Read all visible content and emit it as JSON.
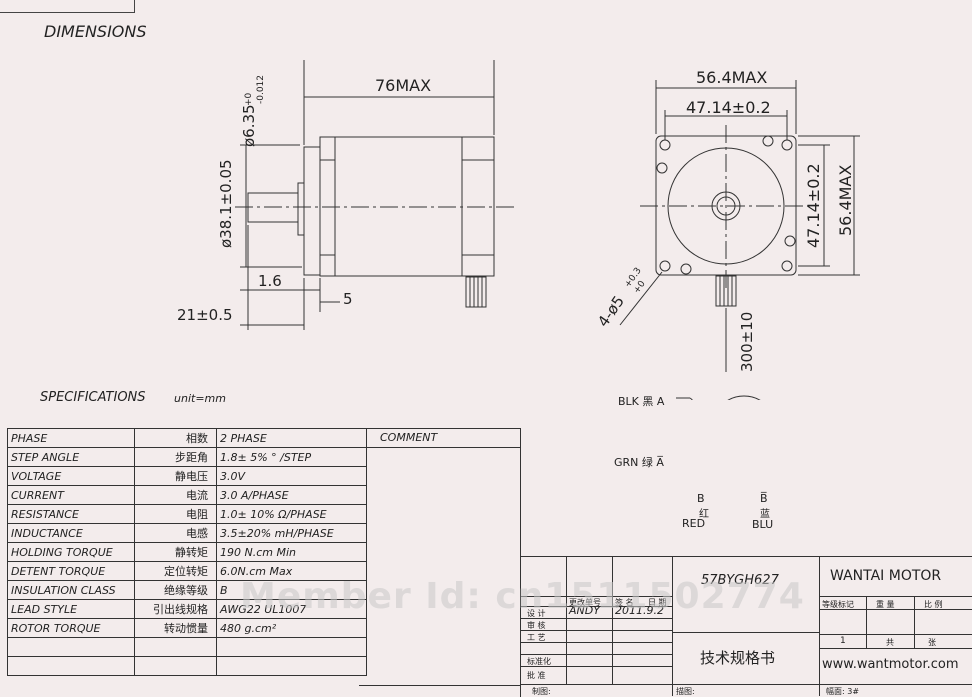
{
  "heading": "DIMENSIONS",
  "dimensions": {
    "length": "76MAX",
    "shaft_dia": "ø6.35",
    "shaft_tol_upper": "+0",
    "shaft_tol_lower": "-0.012",
    "pilot_dia": "ø38.1±0.05",
    "flange": "1.6",
    "pilot_depth": "5",
    "shaft_len": "21±0.5",
    "width_top": "56.4MAX",
    "hole_pitch_top": "47.14±0.2",
    "hole_pitch_side": "47.14±0.2",
    "width_side": "56.4MAX",
    "holes": "4-ø5",
    "holes_tol_upper": "+0.3",
    "holes_tol_lower": "+0",
    "lead_len": "300±10"
  },
  "wiring": {
    "blk": "BLK 黑 A",
    "grn": "GRN 绿 A̅",
    "b_left": "B",
    "b_right": "B̅",
    "red_cn": "红",
    "red": "RED",
    "blu_cn": "蓝",
    "blu": "BLU"
  },
  "specs_title": "SPECIFICATIONS",
  "specs_unit": "unit=mm",
  "comment_label": "COMMENT",
  "specs": [
    {
      "en": "PHASE",
      "cn": "相数",
      "val": "2  PHASE"
    },
    {
      "en": "STEP ANGLE",
      "cn": "步距角",
      "val": "1.8± 5% ° /STEP"
    },
    {
      "en": "VOLTAGE",
      "cn": "静电压",
      "val": "3.0V"
    },
    {
      "en": "CURRENT",
      "cn": "电流",
      "val": "3.0 A/PHASE"
    },
    {
      "en": "RESISTANCE",
      "cn": "电阻",
      "val": "1.0± 10%  Ω/PHASE"
    },
    {
      "en": "INDUCTANCE",
      "cn": "电感",
      "val": "3.5±20% mH/PHASE"
    },
    {
      "en": "HOLDING TORQUE",
      "cn": "静转矩",
      "val": "190 N.cm Min"
    },
    {
      "en": "DETENT TORQUE",
      "cn": "定位转矩",
      "val": "6.0N.cm Max"
    },
    {
      "en": "INSULATION CLASS",
      "cn": "绝缘等级",
      "val": "B"
    },
    {
      "en": "LEAD STYLE",
      "cn": "引出线规格",
      "val": "AWG22 UL1007"
    },
    {
      "en": "ROTOR TORQUE",
      "cn": "转动惯量",
      "val": "480 g.cm²"
    }
  ],
  "title_block": {
    "model": "57BYGH627",
    "company": "WANTAI MOTOR",
    "doc_title": "技术规格书",
    "website": "www.wantmotor.com",
    "designer": "ANDY",
    "date": "2011.9.2",
    "row_change": "更改单号",
    "row_sign": "签  名",
    "row_date": "日  期",
    "row_design": "设  计",
    "row_check": "审  核",
    "row_process": "工  艺",
    "row_standard": "标准化",
    "row_approve": "批  准",
    "grade_label": "等级标记",
    "weight_label": "重  量",
    "scale_label": "比  例",
    "sheet_no": "1",
    "total_label": "共",
    "sheet_label": "张",
    "drawn_by": "制图:",
    "traced_by": "描图:",
    "size": "幅面: 3#"
  },
  "watermark": "Member Id: cn1511502774"
}
